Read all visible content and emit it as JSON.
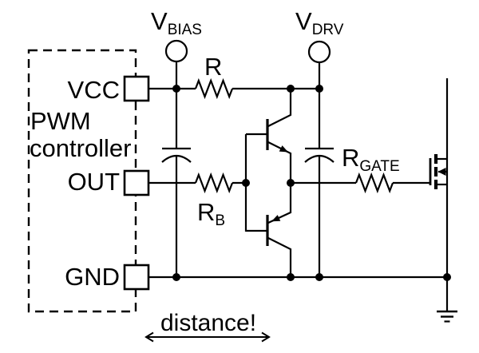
{
  "diagram": {
    "title_block": {
      "device_line1": "PWM",
      "device_line2": "controller"
    },
    "pins": {
      "vcc": "VCC",
      "out": "OUT",
      "gnd": "GND"
    },
    "supplies": {
      "bias_main": "V",
      "bias_sub": "BIAS",
      "drv_main": "V",
      "drv_sub": "DRV"
    },
    "resistors": {
      "r_main": "R",
      "rb_main": "R",
      "rb_sub": "B",
      "rgate_main": "R",
      "rgate_sub": "GATE"
    },
    "annotation": {
      "distance": "distance!"
    },
    "symbols": [
      "pwm-controller-dashed-box",
      "vbias-supply-circle",
      "vdrv-supply-circle",
      "series-resistor-r",
      "base-resistor-rb",
      "gate-resistor-rgate",
      "bias-bypass-capacitor",
      "drv-bypass-capacitor",
      "npn-transistor-totem-top",
      "pnp-transistor-totem-bottom",
      "nmos-power-mosfet",
      "earth-ground",
      "distance-double-arrow"
    ],
    "colors": {
      "ink": "#000000",
      "background": "#ffffff"
    }
  }
}
